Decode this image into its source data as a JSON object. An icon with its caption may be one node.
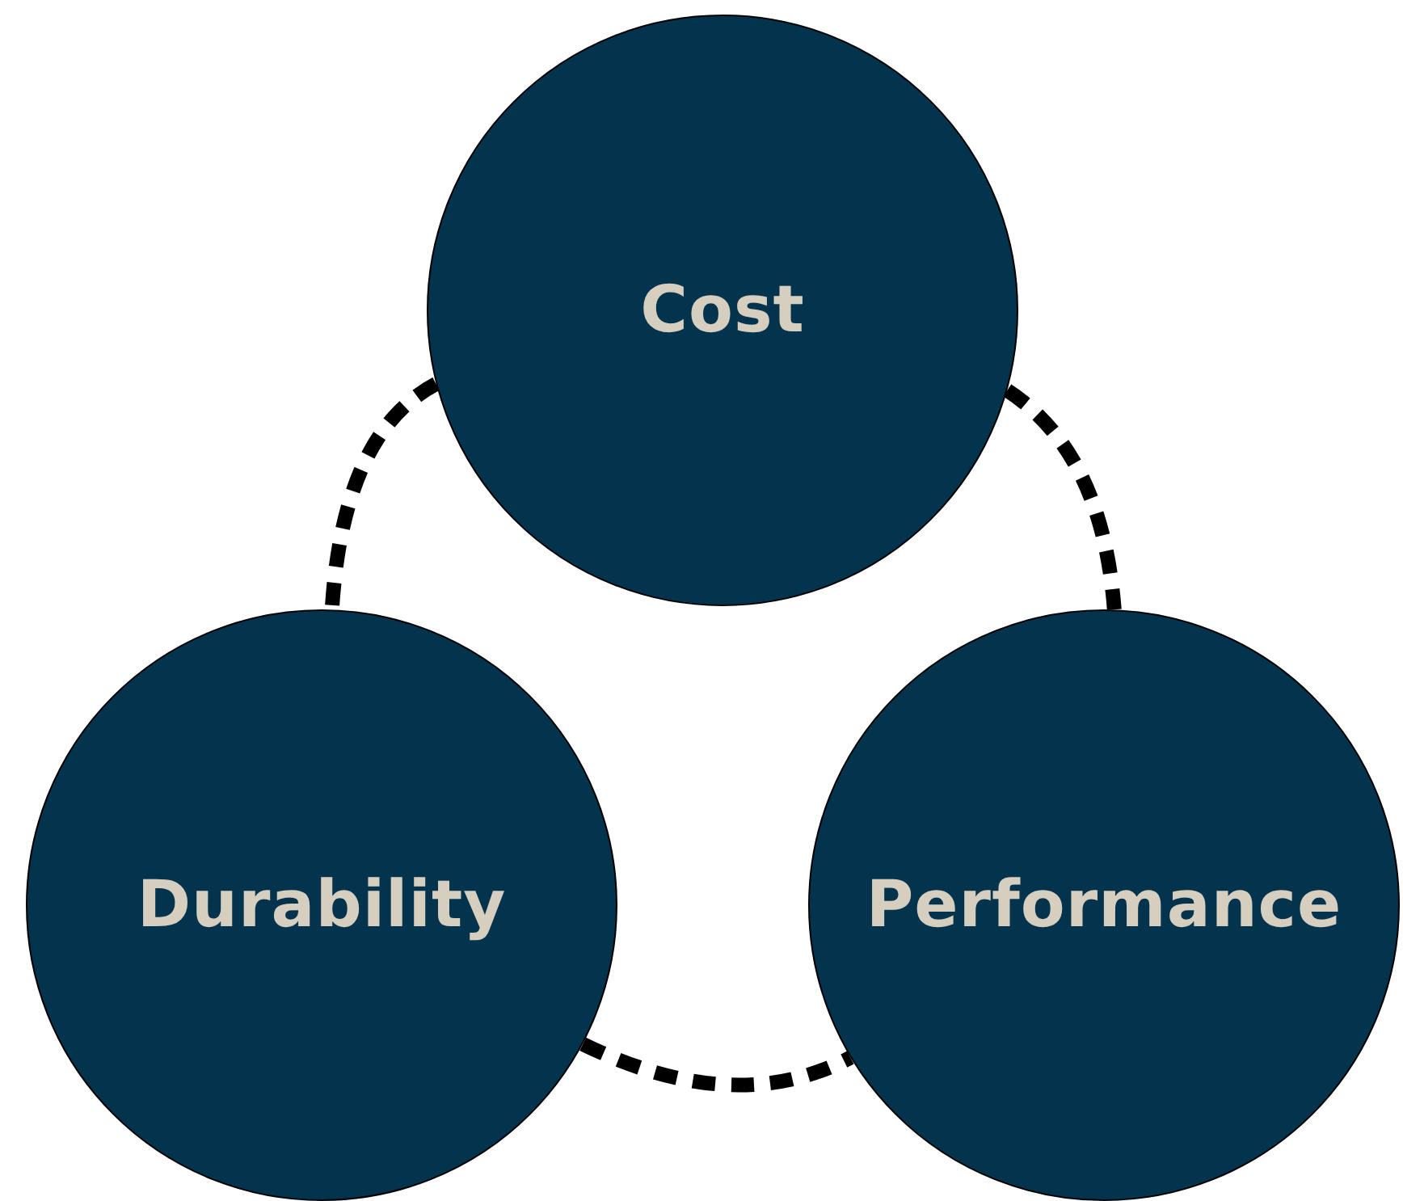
{
  "diagram": {
    "nodes": [
      {
        "text": [
          "Cost"
        ]
      },
      {
        "text": [
          "Durability"
        ]
      },
      {
        "text": [
          "Performance"
        ]
      }
    ],
    "edges": [
      {
        "from": 0,
        "to": 1,
        "arrow": "none",
        "style": "dashed"
      },
      {
        "from": 0,
        "to": 2,
        "arrow": "none",
        "style": "dashed"
      },
      {
        "from": 1,
        "to": 2,
        "arrow": "none",
        "style": "dashed"
      }
    ]
  }
}
